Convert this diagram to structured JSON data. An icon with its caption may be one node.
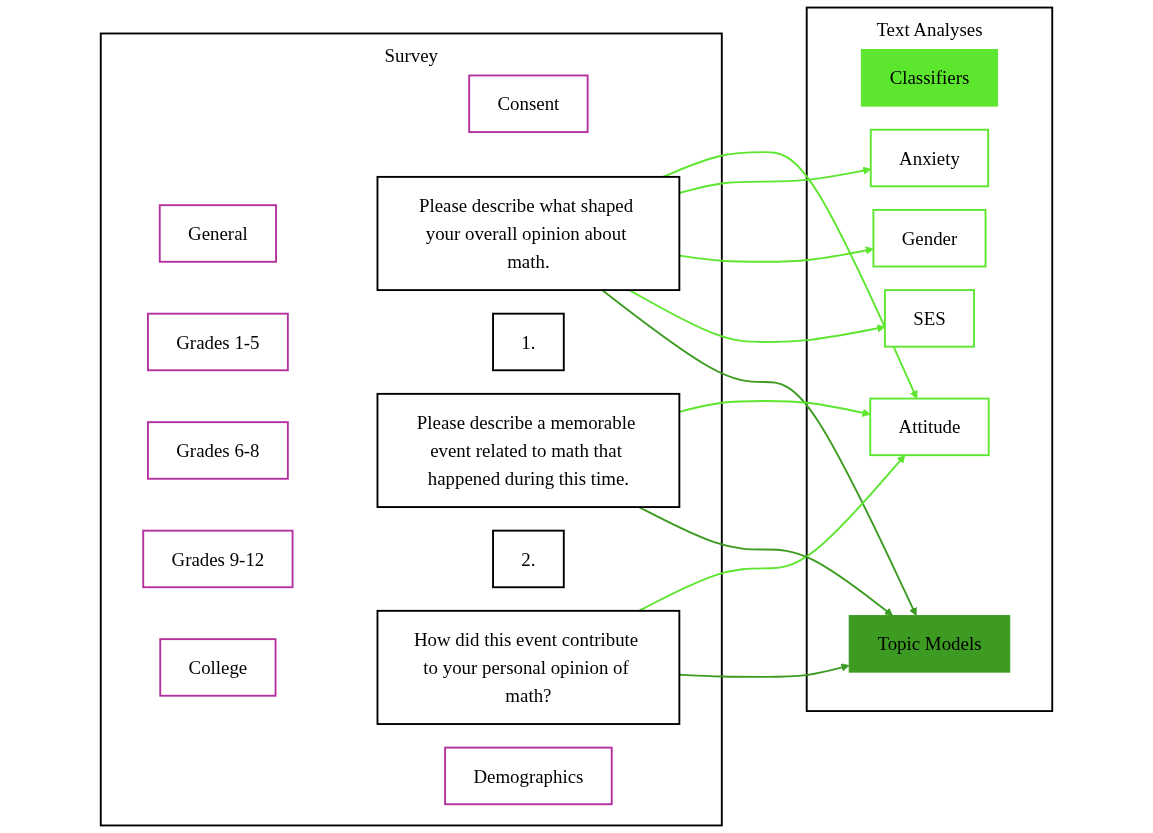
{
  "diagram": {
    "nodes": [
      {
        "text": [
          "Survey"
        ]
      },
      {
        "text": [
          "Consent"
        ],
        "in": 0
      },
      {
        "text": [
          "General"
        ],
        "in": 0
      },
      {
        "text": [
          "Please describe what shaped your overall opinion about math."
        ],
        "in": 0
      },
      {
        "text": [
          "Grades 1-5"
        ],
        "in": 0
      },
      {
        "text": [
          "Grades 6-8"
        ],
        "in": 0
      },
      {
        "text": [
          "Grades 9-12"
        ],
        "in": 0
      },
      {
        "text": [
          "College"
        ],
        "in": 0
      },
      {
        "text": [
          "1."
        ],
        "in": 0
      },
      {
        "text": [
          "Please describe a memorable event related to math that happened during this time."
        ],
        "in": 0
      },
      {
        "text": [
          "2."
        ],
        "in": 0
      },
      {
        "text": [
          "How did this event contribute to your personal opinion of math?"
        ],
        "in": 0
      },
      {
        "text": [
          "Demographics"
        ],
        "in": 0
      },
      {
        "text": [
          "Text Analyses"
        ]
      },
      {
        "text": [
          "Classifiers"
        ],
        "in": 13
      },
      {
        "text": [
          "Attitude"
        ],
        "in": 13
      },
      {
        "text": [
          "Anxiety"
        ],
        "in": 13
      },
      {
        "text": [
          "Gender"
        ],
        "in": 13
      },
      {
        "text": [
          "SES"
        ],
        "in": 13
      },
      {
        "text": [
          "Topic Models"
        ],
        "in": 13
      }
    ],
    "edges": [
      {
        "from": 3,
        "to": 15,
        "arrow": "to"
      },
      {
        "from": 3,
        "to": 16,
        "arrow": "to"
      },
      {
        "from": 3,
        "to": 17,
        "arrow": "to"
      },
      {
        "from": 3,
        "to": 18,
        "arrow": "to"
      },
      {
        "from": 3,
        "to": 19,
        "arrow": "to",
        "color": "#3d9b22"
      },
      {
        "from": 9,
        "to": 15,
        "arrow": "to"
      },
      {
        "from": 11,
        "to": 15,
        "arrow": "to"
      },
      {
        "from": 9,
        "to": 19,
        "arrow": "to",
        "color": "#3d9b22"
      },
      {
        "from": 11,
        "to": 19,
        "arrow": "to",
        "color": "#3d9b22"
      }
    ]
  }
}
